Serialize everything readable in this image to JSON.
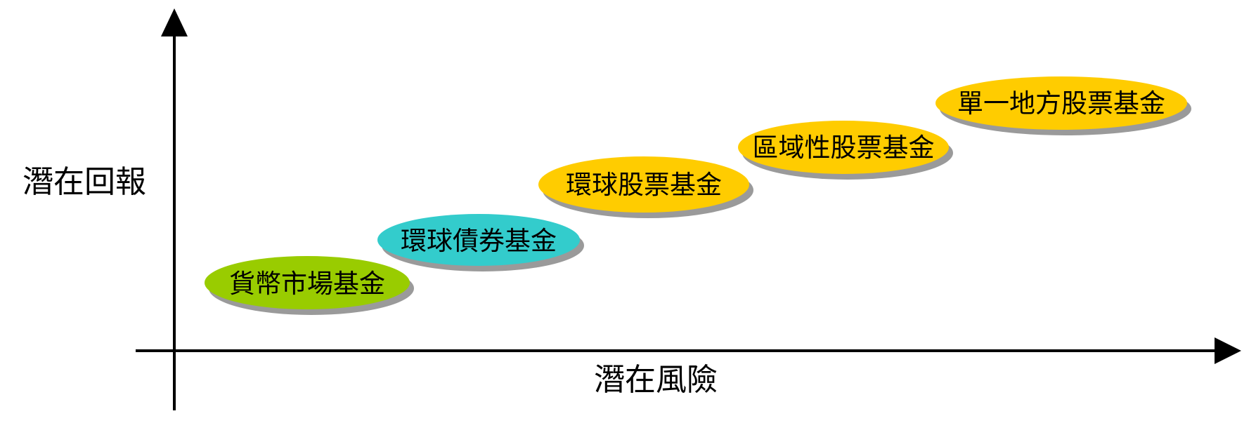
{
  "axes": {
    "y_label": "潛在回報",
    "x_label": "潛在風險"
  },
  "funds": [
    {
      "label": "貨幣市場基金",
      "color": "#99cc00"
    },
    {
      "label": "環球債券基金",
      "color": "#33cccc"
    },
    {
      "label": "環球股票基金",
      "color": "#ffcc00"
    },
    {
      "label": "區域性股票基金",
      "color": "#ffcc00"
    },
    {
      "label": "單一地方股票基金",
      "color": "#ffcc00"
    }
  ]
}
